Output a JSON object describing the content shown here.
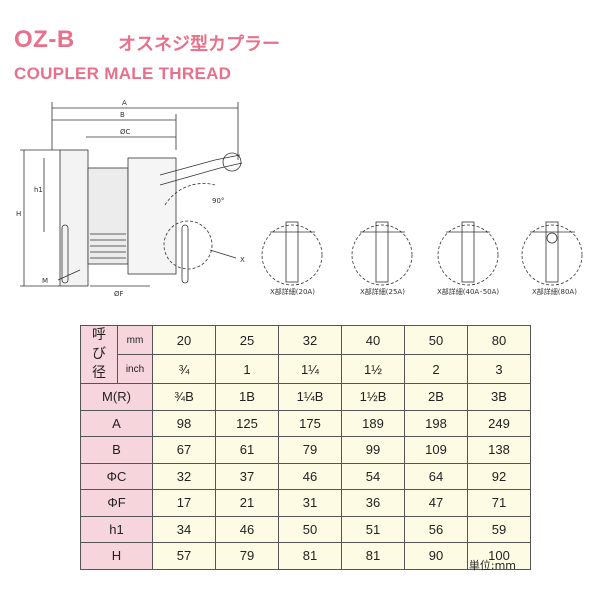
{
  "header": {
    "code": "OZ-B",
    "name_jp": "オスネジ型カプラー",
    "name_en": "COUPLER MALE THREAD"
  },
  "drawing": {
    "dim_labels": [
      "A",
      "B",
      "ØC",
      "h1",
      "H",
      "M",
      "ØF",
      "X",
      "90°"
    ],
    "details": [
      "X部詳細(20A)",
      "X部詳細(25A)",
      "X部詳細(40A･50A)",
      "X部詳細(80A)"
    ]
  },
  "table": {
    "nominal_label": "呼び径",
    "nominal_chars": [
      "呼",
      "び",
      "径"
    ],
    "unit_mm": "mm",
    "unit_inch": "inch",
    "rows": [
      {
        "label": "",
        "values": [
          "20",
          "25",
          "32",
          "40",
          "50",
          "80"
        ]
      },
      {
        "label": "",
        "values": [
          "¾",
          "1",
          "1¼",
          "1½",
          "2",
          "3"
        ]
      },
      {
        "label": "M(R)",
        "values": [
          "¾B",
          "1B",
          "1¼B",
          "1½B",
          "2B",
          "3B"
        ]
      },
      {
        "label": "A",
        "values": [
          "98",
          "125",
          "175",
          "189",
          "198",
          "249"
        ]
      },
      {
        "label": "B",
        "values": [
          "67",
          "61",
          "79",
          "99",
          "109",
          "138"
        ]
      },
      {
        "label": "ΦC",
        "values": [
          "32",
          "37",
          "46",
          "54",
          "64",
          "92"
        ]
      },
      {
        "label": "ΦF",
        "values": [
          "17",
          "21",
          "31",
          "36",
          "47",
          "71"
        ]
      },
      {
        "label": "h1",
        "values": [
          "34",
          "46",
          "50",
          "51",
          "56",
          "59"
        ]
      },
      {
        "label": "H",
        "values": [
          "57",
          "79",
          "81",
          "81",
          "90",
          "100"
        ]
      }
    ],
    "unit_note": "単位:mm"
  },
  "colors": {
    "accent": "#e8708a",
    "header_cell": "#f7d5dd",
    "value_cell": "#fdfbe3"
  }
}
